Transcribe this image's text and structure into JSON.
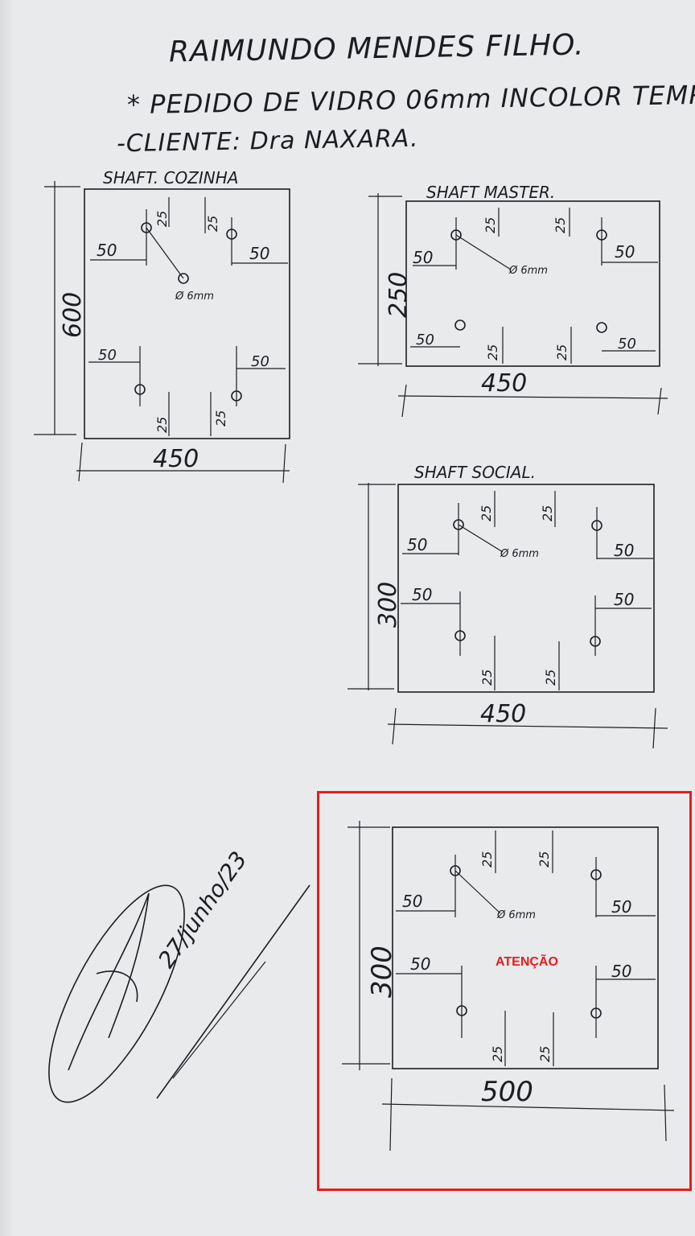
{
  "header": {
    "name": "RAIMUNDO MENDES FILHO.",
    "order": "* PEDIDO DE VIDRO 06mm INCOLOR TEMP",
    "client": "-CLIENTE: Dra NAXARA."
  },
  "drawings": [
    {
      "title": "SHAFT. COZINHA",
      "height_label": "600",
      "width_label": "450",
      "hole_label": "Ø 6mm",
      "offset_side": "50",
      "offset_edge": "25"
    },
    {
      "title": "SHAFT MASTER.",
      "height_label": "250",
      "width_label": "450",
      "hole_label": "Ø 6mm",
      "offset_side": "50",
      "offset_edge": "25"
    },
    {
      "title": "SHAFT SOCIAL.",
      "height_label": "300",
      "width_label": "450",
      "hole_label": "Ø 6mm",
      "offset_side": "50",
      "offset_edge": "25"
    },
    {
      "title": "",
      "height_label": "300",
      "width_label": "500",
      "hole_label": "Ø 6mm",
      "offset_side": "50",
      "offset_edge": "25"
    }
  ],
  "highlight": {
    "label": "ATENÇÃO",
    "color": "#e0201a"
  },
  "signature": {
    "date": "27/junho/23"
  }
}
